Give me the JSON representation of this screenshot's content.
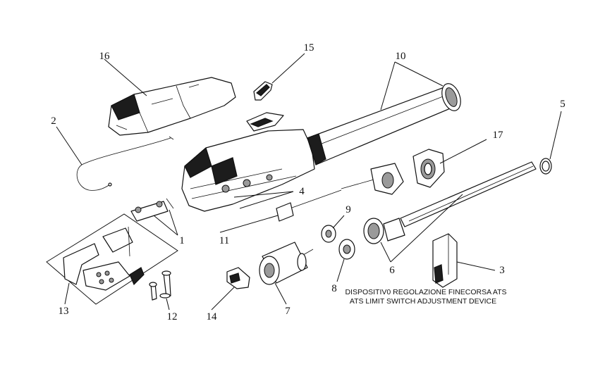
{
  "diagram": {
    "callouts": [
      {
        "id": "1",
        "label": "1"
      },
      {
        "id": "2",
        "label": "2"
      },
      {
        "id": "3",
        "label": "3"
      },
      {
        "id": "4",
        "label": "4"
      },
      {
        "id": "5",
        "label": "5"
      },
      {
        "id": "6",
        "label": "6"
      },
      {
        "id": "7",
        "label": "7"
      },
      {
        "id": "8",
        "label": "8"
      },
      {
        "id": "9",
        "label": "9"
      },
      {
        "id": "10",
        "label": "10"
      },
      {
        "id": "11",
        "label": "11"
      },
      {
        "id": "12",
        "label": "12"
      },
      {
        "id": "13",
        "label": "13"
      },
      {
        "id": "14",
        "label": "14"
      },
      {
        "id": "15",
        "label": "15"
      },
      {
        "id": "16",
        "label": "16"
      },
      {
        "id": "17",
        "label": "17"
      }
    ],
    "caption_it": "DISPOSITIV0 REGOLAZIONE FINECORSA ATS",
    "caption_en": "ATS LIMIT SWITCH ADJUSTMENT DEVICE"
  }
}
